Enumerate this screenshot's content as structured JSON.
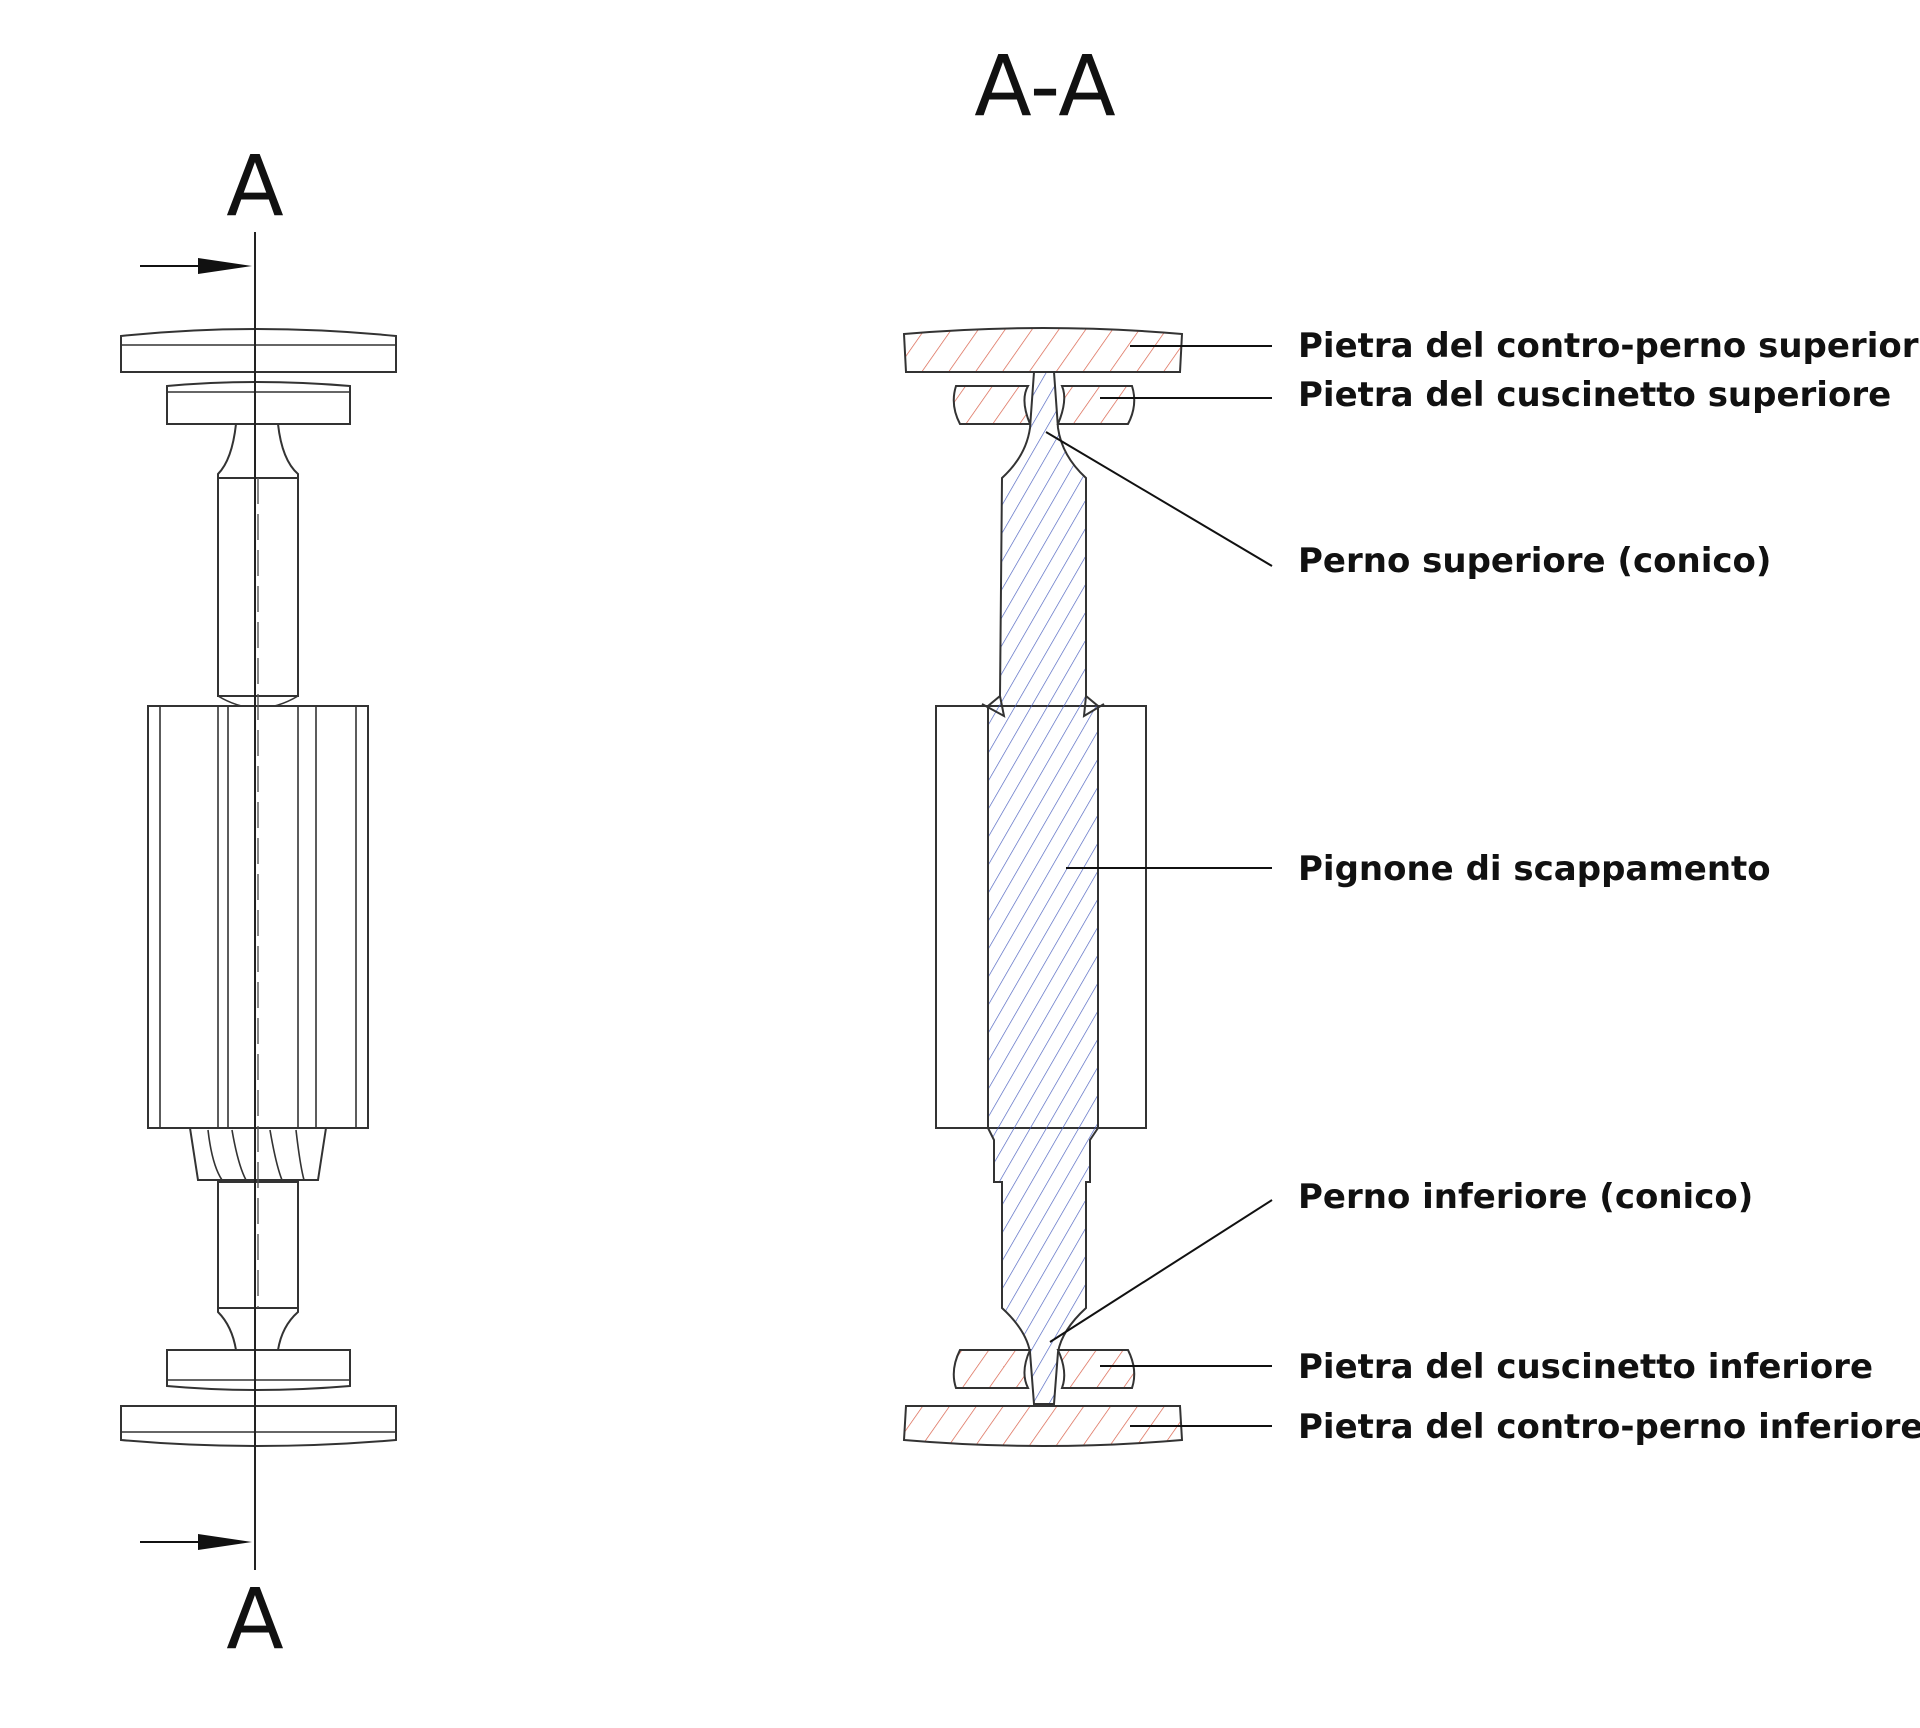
{
  "diagram": {
    "section_title": "A-A",
    "section_marker_top": "A",
    "section_marker_bottom": "A",
    "colors": {
      "jewel_hatch": "#d9604a",
      "pinion_hatch": "#4a5fbf",
      "line": "#333333",
      "text": "#111111"
    },
    "labels": {
      "top_endstone": "Pietra del contro-perno superiore",
      "top_jewel": "Pietra del cuscinetto superiore",
      "top_pivot": "Perno superiore (conico)",
      "pinion": "Pignone di scappamento",
      "bottom_pivot": "Perno inferiore (conico)",
      "bottom_jewel": "Pietra del cuscinetto inferiore",
      "bottom_endstone": "Pietra del contro-perno inferiore"
    }
  }
}
